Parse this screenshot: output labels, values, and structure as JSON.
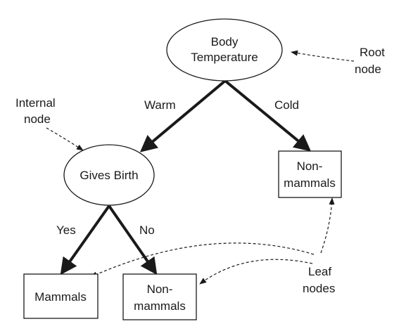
{
  "nodes": {
    "root": {
      "line1": "Body",
      "line2": "Temperature",
      "shape": "ellipse"
    },
    "gives_birth": {
      "label": "Gives Birth",
      "shape": "ellipse"
    },
    "non_mammals_right": {
      "line1": "Non-",
      "line2": "mammals",
      "shape": "box"
    },
    "mammals": {
      "label": "Mammals",
      "shape": "box"
    },
    "non_mammals_bottom": {
      "line1": "Non-",
      "line2": "mammals",
      "shape": "box"
    }
  },
  "edges": {
    "warm": "Warm",
    "cold": "Cold",
    "yes": "Yes",
    "no": "No"
  },
  "annotations": {
    "root_node": {
      "line1": "Root",
      "line2": "node"
    },
    "internal_node": {
      "line1": "Internal",
      "line2": "node"
    },
    "leaf_nodes": {
      "line1": "Leaf",
      "line2": "nodes"
    }
  },
  "colors": {
    "stroke": "#1a1a1a",
    "background": "#ffffff"
  }
}
